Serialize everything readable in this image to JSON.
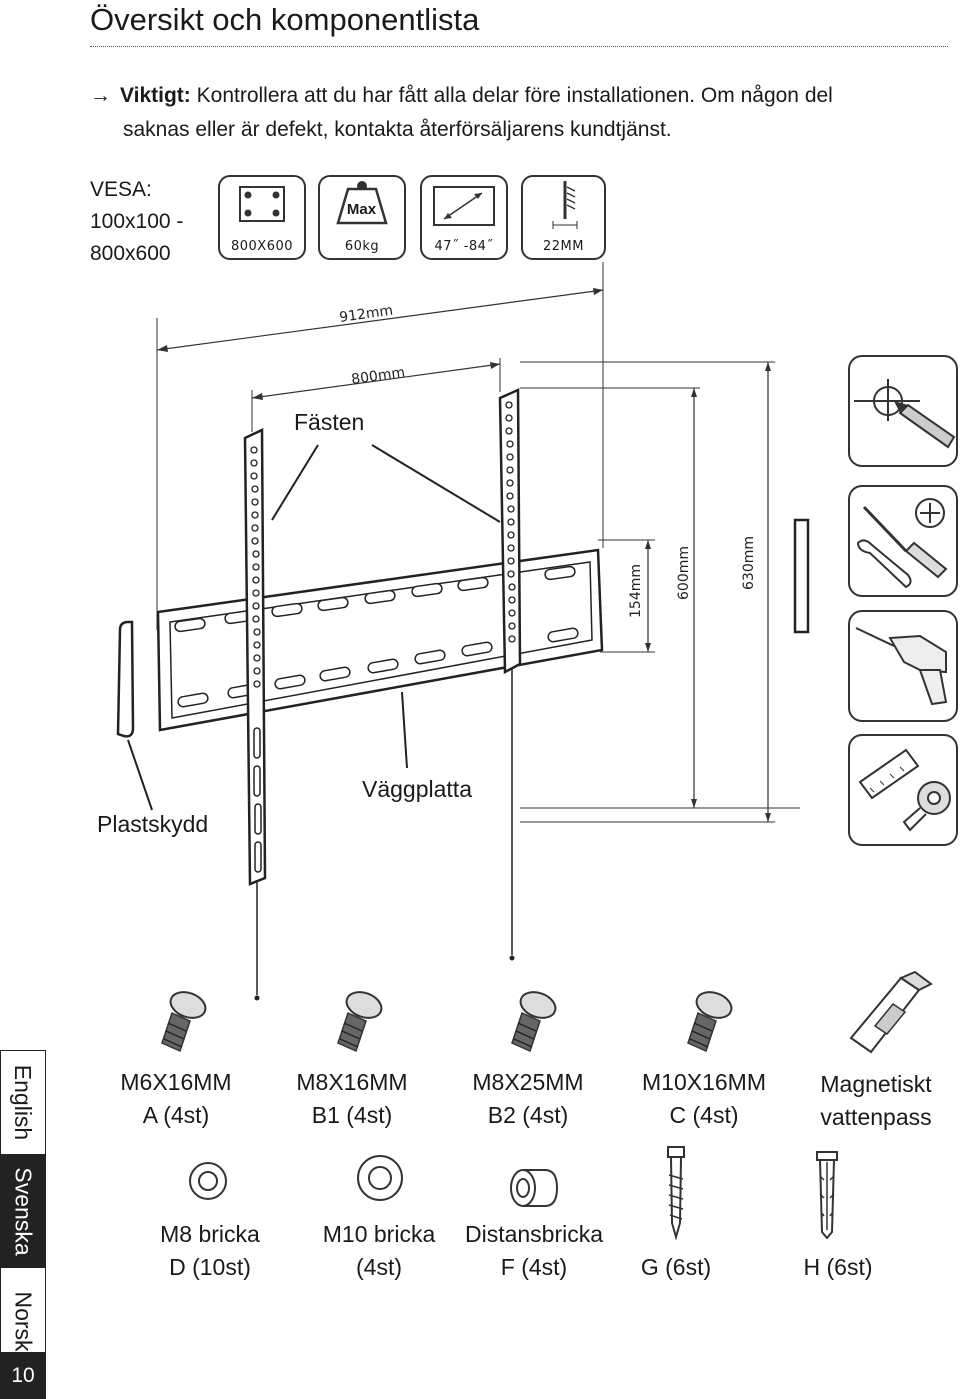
{
  "header": {
    "title": "Översikt och komponentlista"
  },
  "notice": {
    "arrow": "→",
    "label": "Viktigt:",
    "line1": " Kontrollera att du har fått alla delar före installationen. Om någon del",
    "line2": "saknas eller är defekt, kontakta återförsäljarens kundtjänst."
  },
  "vesa": {
    "label": "VESA:",
    "line1": "100x100 -",
    "line2": "800x600"
  },
  "spec_icons": [
    {
      "icon": "vesa-pattern-icon",
      "label": "800X600"
    },
    {
      "icon": "max-weight-icon",
      "text": "Max",
      "label": "60kg"
    },
    {
      "icon": "screen-size-icon",
      "label": "47˝ -84˝"
    },
    {
      "icon": "wall-distance-icon",
      "label": "22MM"
    }
  ],
  "diagram": {
    "dim_width": "912mm",
    "dim_spacing": "800mm",
    "dim_154": "154mm",
    "dim_600": "600mm",
    "dim_630": "630mm",
    "label_brackets": "Fästen",
    "label_wallplate": "Väggplatta",
    "label_cover": "Plastskydd"
  },
  "tools": [
    "pencil-icon",
    "screwdriver-wrench-icon",
    "drill-icon",
    "tape-measure-icon"
  ],
  "parts_row1": [
    {
      "name": "M6X16MM",
      "qty": "A (4st)"
    },
    {
      "name": "M8X16MM",
      "qty": "B1 (4st)"
    },
    {
      "name": "M8X25MM",
      "qty": "B2 (4st)"
    },
    {
      "name": "M10X16MM",
      "qty": "C (4st)"
    },
    {
      "name": "Magnetiskt",
      "qty": "vattenpass"
    }
  ],
  "parts_row2": [
    {
      "name": "M8 bricka",
      "qty": "D (10st)"
    },
    {
      "name": "M10 bricka",
      "qty": "(4st)"
    },
    {
      "name": "Distansbricka",
      "qty": "F (4st)"
    },
    {
      "name": "",
      "qty": "G  (6st)"
    },
    {
      "name": "",
      "qty": "H (6st)"
    }
  ],
  "side_tabs": {
    "english": "English",
    "svenska": "Svenska",
    "norsk": "Norsk"
  },
  "page_number": "10"
}
